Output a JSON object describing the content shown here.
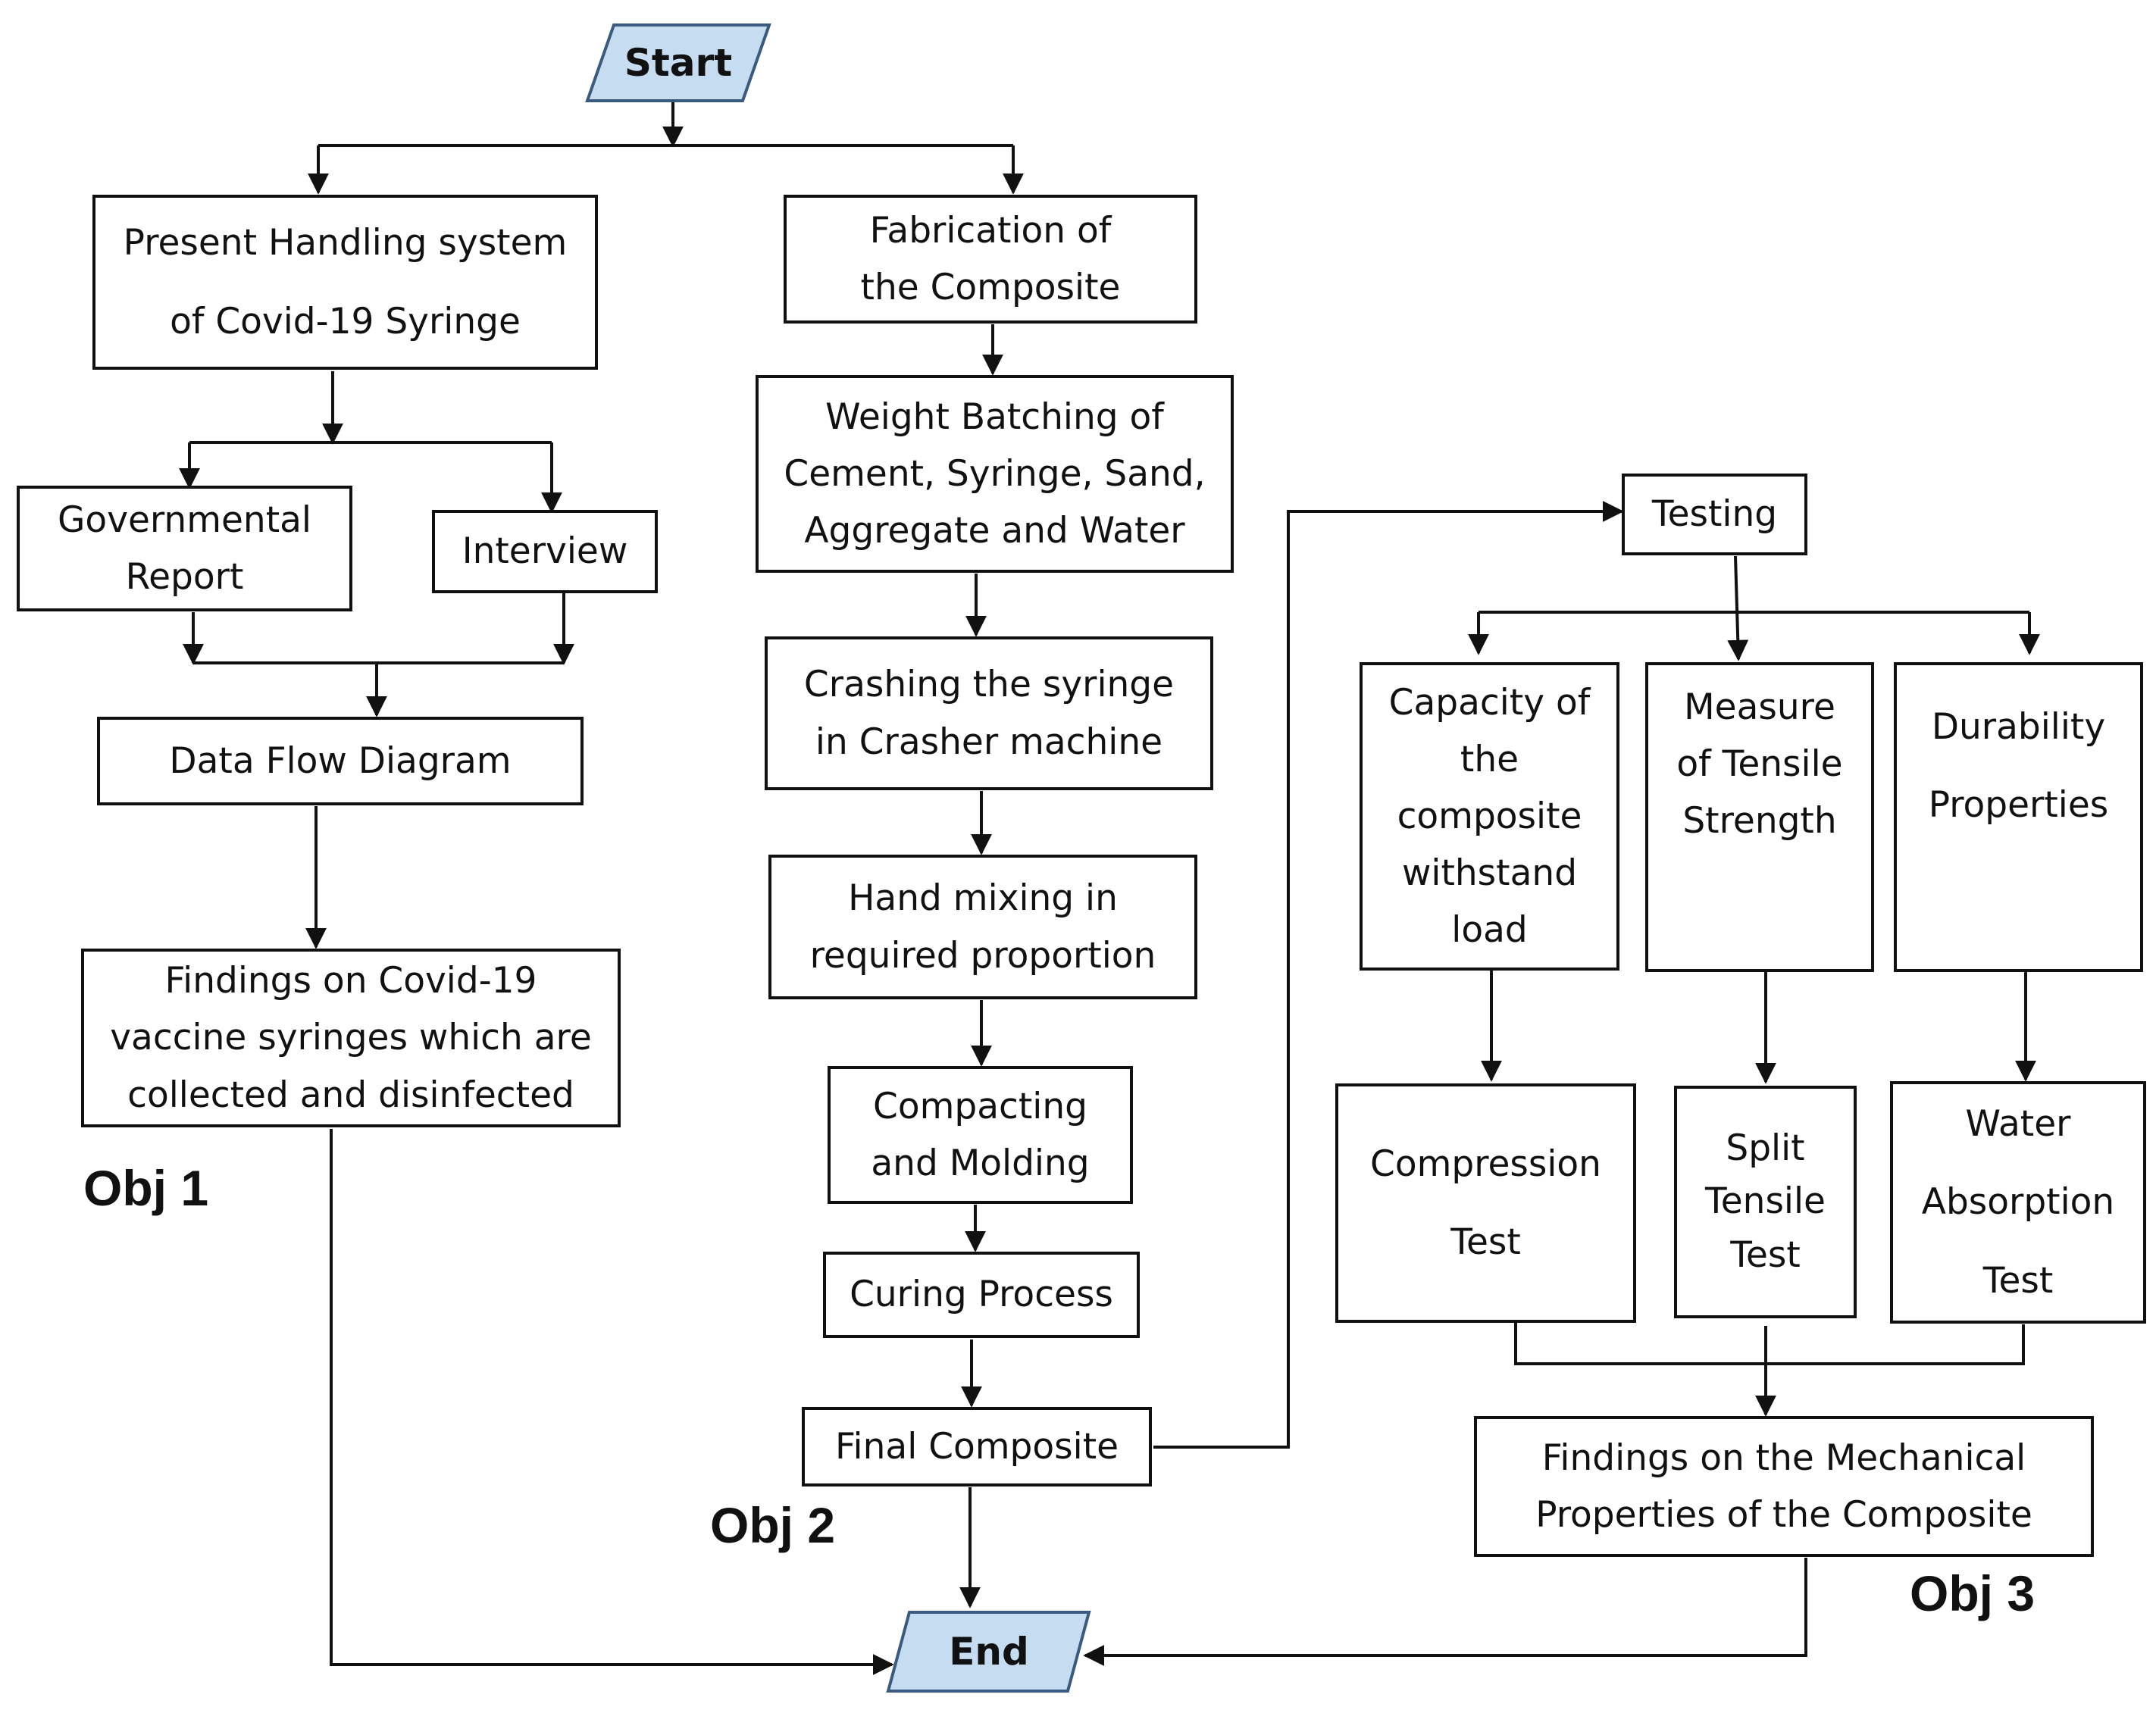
{
  "terminals": {
    "start": "Start",
    "end": "End",
    "fill": "#c6dcf0",
    "stroke": "#3a5a80"
  },
  "obj1": {
    "present": "Present Handling system of Covid-19 Syringe",
    "governmental": "Governmental Report",
    "interview": "Interview",
    "dfd": "Data Flow Diagram",
    "findings": "Findings on Covid-19 vaccine syringes which are collected and disinfected",
    "label": "Obj 1"
  },
  "obj2": {
    "fabrication": "Fabrication of the Composite",
    "weight": "Weight Batching of Cement, Syringe, Sand, Aggregate and Water",
    "crashing": "Crashing the syringe in Crasher machine",
    "mixing": "Hand mixing in required proportion",
    "compacting": "Compacting and Molding",
    "curing": "Curing Process",
    "final": "Final Composite",
    "label": "Obj 2"
  },
  "obj3": {
    "testing": "Testing",
    "capacity": "Capacity of the composite withstand load",
    "tensile": "Measure of Tensile Strength",
    "durability": "Durability Properties",
    "compression": "Compression Test",
    "split": "Split Tensile Test",
    "water": "Water Absorption Test",
    "findings": "Findings on the Mechanical Properties of the Composite",
    "label": "Obj 3"
  }
}
